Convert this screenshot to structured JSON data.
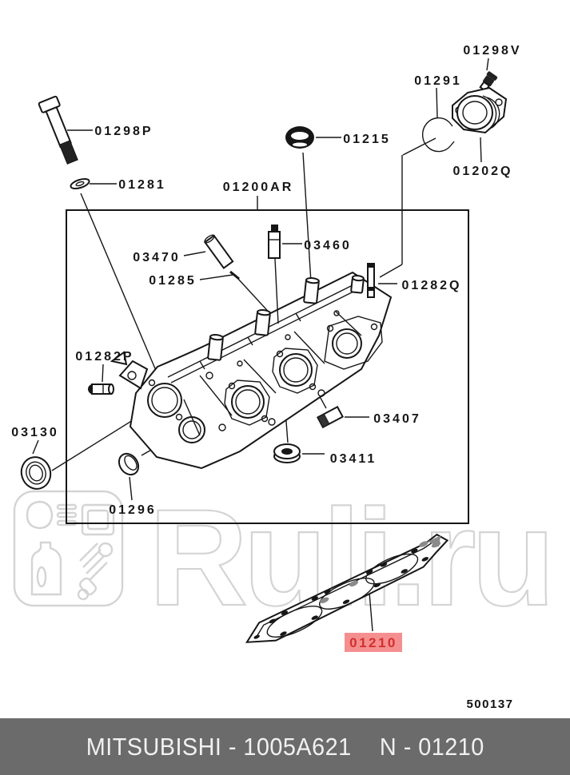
{
  "page": {
    "background": "#ffffff"
  },
  "watermark": {
    "text": "Ruli.ru",
    "color": "#d4d4d4",
    "logo_icons": [
      "headlight-icon",
      "grille-icon",
      "oil-canister-icon",
      "shock-absorber-icon"
    ]
  },
  "diagram": {
    "drawing_number": "500137",
    "labels": [
      {
        "part": "01298P",
        "text": "01298P"
      },
      {
        "part": "01281",
        "text": "01281"
      },
      {
        "part": "01215",
        "text": "01215"
      },
      {
        "part": "01291",
        "text": "01291"
      },
      {
        "part": "01298V",
        "text": "01298V"
      },
      {
        "part": "01202Q",
        "text": "01202Q"
      },
      {
        "part": "01200AR",
        "text": "01200AR"
      },
      {
        "part": "03470",
        "text": "03470"
      },
      {
        "part": "03460",
        "text": "03460"
      },
      {
        "part": "01285",
        "text": "01285"
      },
      {
        "part": "01282Q",
        "text": "01282Q"
      },
      {
        "part": "01282P",
        "text": "01282P"
      },
      {
        "part": "03130",
        "text": "03130"
      },
      {
        "part": "03407",
        "text": "03407"
      },
      {
        "part": "03411",
        "text": "03411"
      },
      {
        "part": "01296",
        "text": "01296"
      }
    ],
    "highlight": {
      "text": "01210",
      "bg": "#f58f8f",
      "fg": "#d32f2f"
    }
  },
  "footer": {
    "left": "MITSUBISHI - 1005A621",
    "right": "N - 01210",
    "bg": "#6b6b6b",
    "fg": "#f1f1f1"
  }
}
